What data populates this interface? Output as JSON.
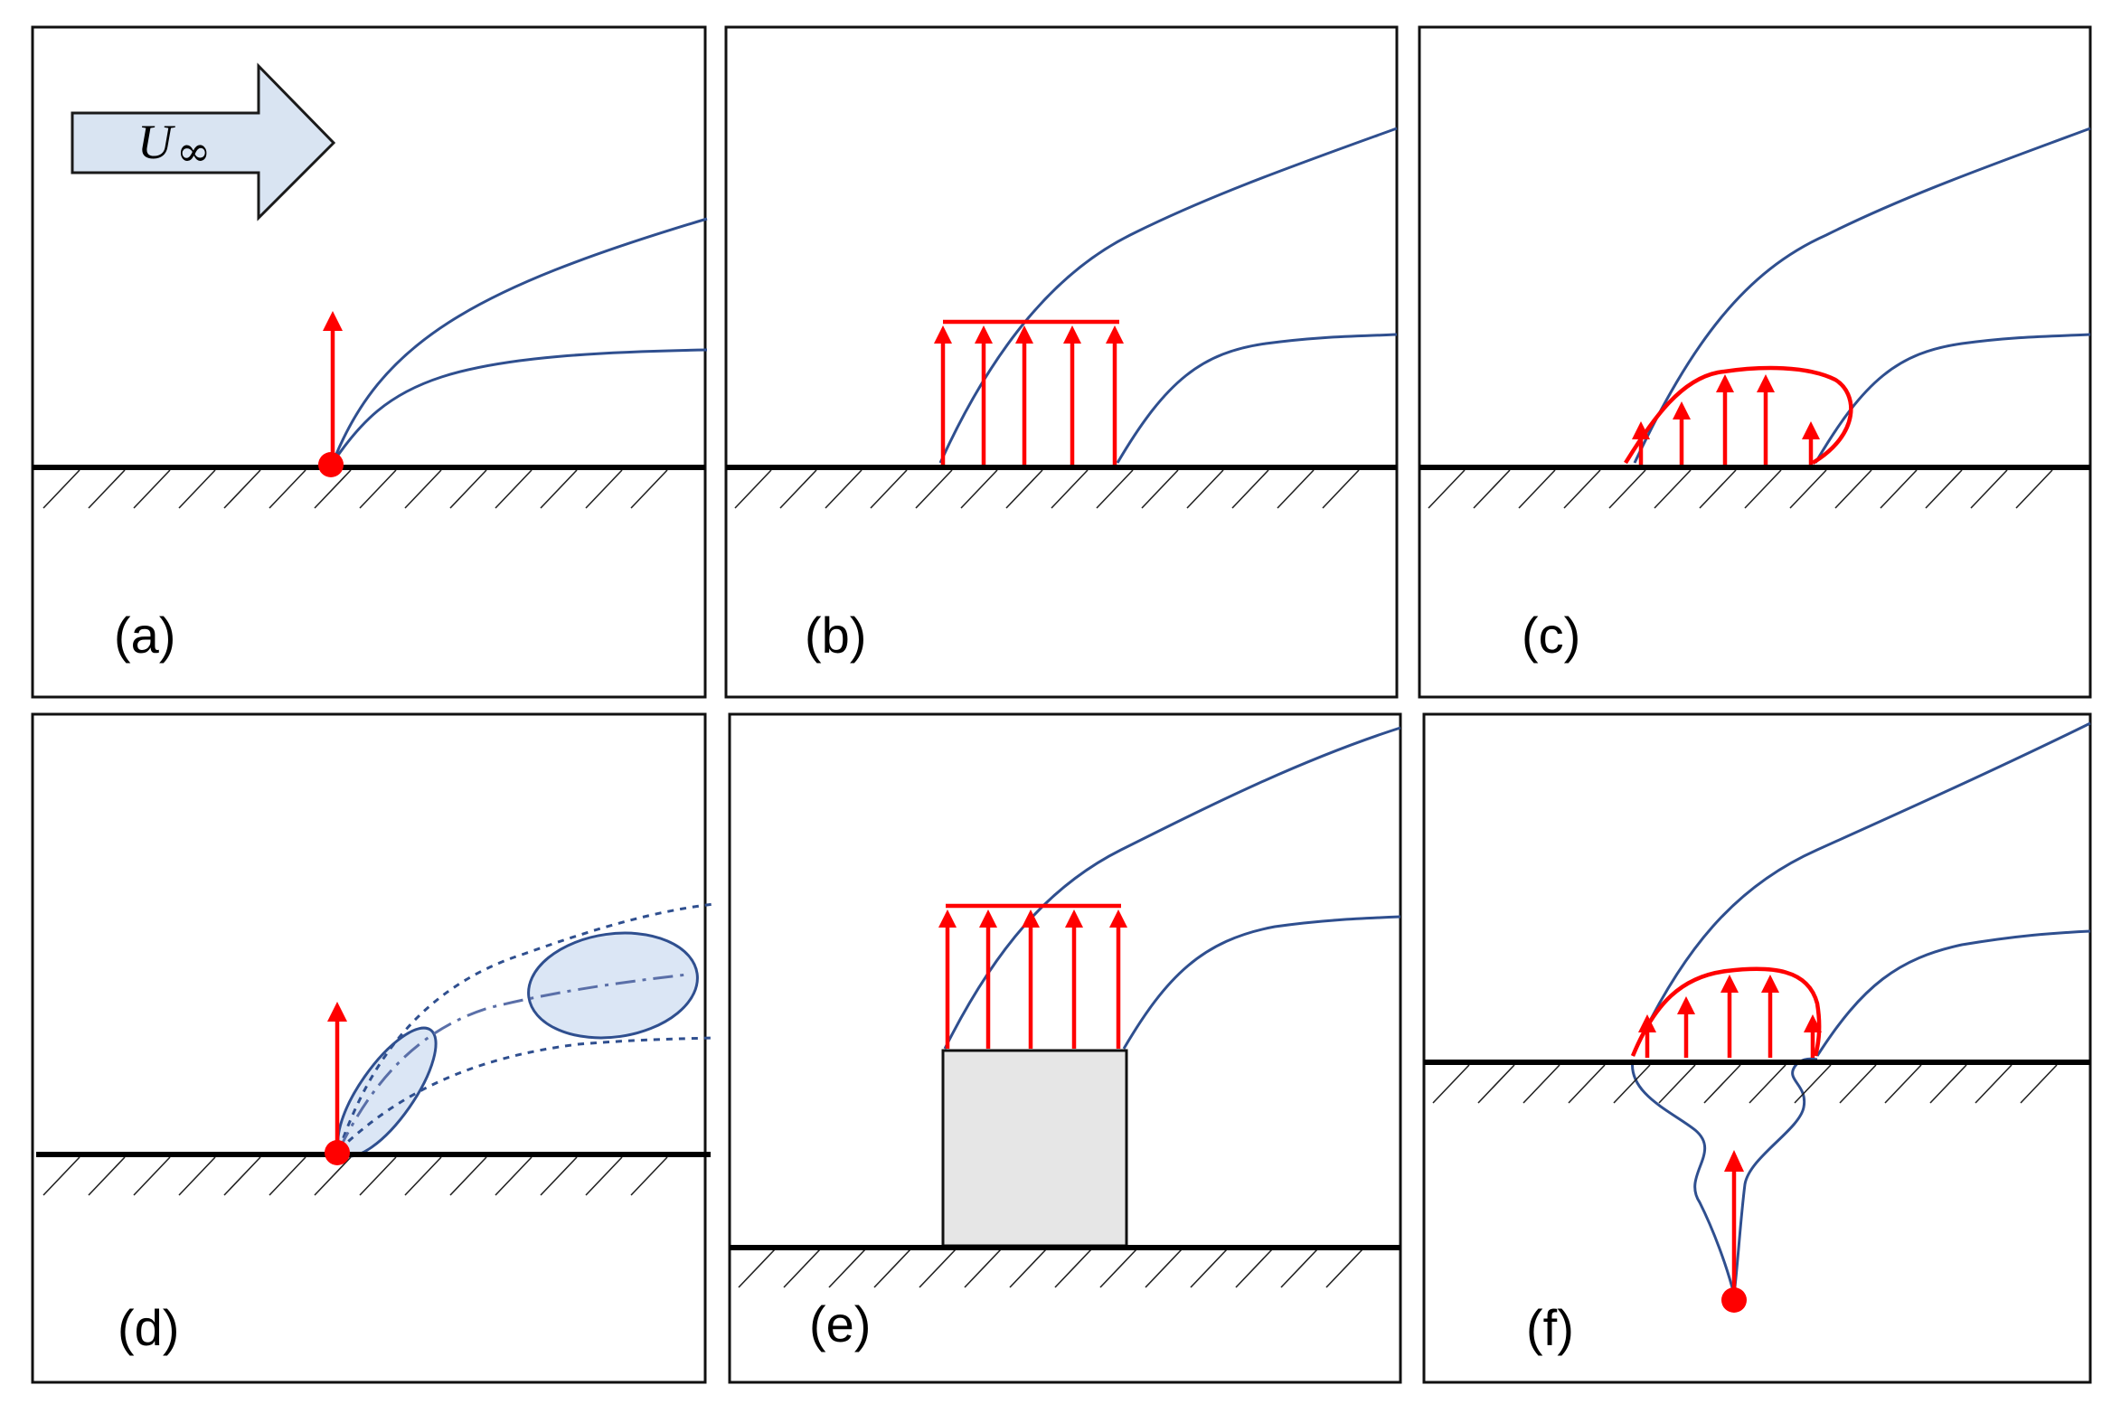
{
  "panels": [
    {
      "id": "a",
      "label": "(a)"
    },
    {
      "id": "b",
      "label": "(b)"
    },
    {
      "id": "c",
      "label": "(c)"
    },
    {
      "id": "d",
      "label": "(d)"
    },
    {
      "id": "e",
      "label": "(e)"
    },
    {
      "id": "f",
      "label": "(f)"
    }
  ],
  "freestream": {
    "symbol": "U",
    "subscript": "∞"
  },
  "colors": {
    "frame": "#111111",
    "wall": "#000000",
    "jet_curve": "#2f4f8f",
    "velocity_arrow": "#ff0000",
    "arrow_fill": "#d9e4f2",
    "vortex_fill": "#dbe6f5",
    "block_fill": "#e6e6e6"
  },
  "icons": {
    "freestream_arrow": "right-arrow-icon",
    "injection_point": "red-dot"
  }
}
